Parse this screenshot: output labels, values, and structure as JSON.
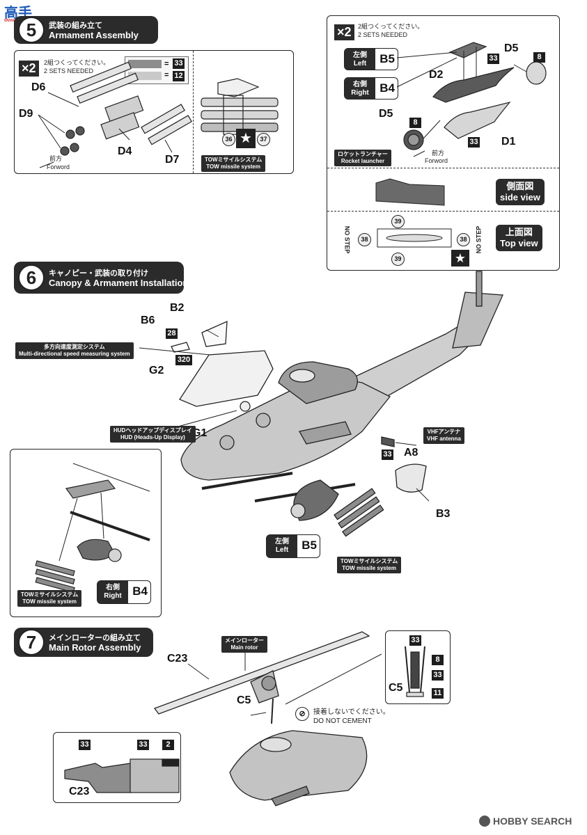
{
  "header": {
    "logo_text": "高手",
    "logo_sub": "www.cn-hobby.com"
  },
  "step5": {
    "number": "5",
    "title_jp": "武装の組み立て",
    "title_en": "Armament Assembly",
    "left_panel": {
      "multiplier": "×2",
      "sets_jp": "2組つくってください。",
      "sets_en": "2 SETS NEEDED",
      "paint_codes": [
        "33",
        "12"
      ],
      "parts": [
        "D6",
        "D9",
        "D4",
        "D7"
      ],
      "forward_jp": "前方",
      "forward_en": "Forword",
      "tow_numbers": [
        "36",
        "37"
      ],
      "tow_caption_jp": "TOWミサイルシステム",
      "tow_caption_en": "TOW missile system"
    },
    "right_panel": {
      "multiplier": "×2",
      "sets_jp": "2組つくってください。",
      "sets_en": "2 SETS NEEDED",
      "left_jp": "左側",
      "left_en": "Left",
      "left_part": "B5",
      "right_jp": "右側",
      "right_en": "Right",
      "right_part": "B4",
      "parts": [
        "D5",
        "D2",
        "D5",
        "D1"
      ],
      "paint_codes": [
        "33",
        "8",
        "8",
        "33"
      ],
      "rocket_jp": "ロケットランチャー",
      "rocket_en": "Rocket launcher",
      "forward_jp": "前方",
      "forward_en": "Forword",
      "side_view_jp": "側面図",
      "side_view_en": "side view",
      "top_view_jp": "上面図",
      "top_view_en": "Top view",
      "decal_numbers": [
        "39",
        "38",
        "38",
        "39"
      ],
      "no_step": "NO STEP"
    }
  },
  "step6": {
    "number": "6",
    "title_jp": "キャノピー・武装の取り付け",
    "title_en": "Canopy & Armament Installation",
    "parts": [
      "B2",
      "B6",
      "G2",
      "G1",
      "A8",
      "B3"
    ],
    "decals": [
      "28",
      "320"
    ],
    "paint_codes": [
      "33"
    ],
    "speed_caption_jp": "多方向速度測定システム",
    "speed_caption_en": "Multi-directional speed measuring system",
    "hud_caption_jp": "HUDヘッドアップディスプレイ",
    "hud_caption_en": "HUD (Heads-Up Display)",
    "vhf_caption_jp": "VHFアンテナ",
    "vhf_caption_en": "VHF antenna",
    "left_jp": "左側",
    "left_en": "Left",
    "left_part": "B5",
    "right_jp": "右側",
    "right_en": "Right",
    "right_part": "B4",
    "tow_caption_jp": "TOWミサイルシステム",
    "tow_caption_en": "TOW missile system"
  },
  "step7": {
    "number": "7",
    "title_jp": "メインローターの組み立て",
    "title_en": "Main Rotor Assembly",
    "main_rotor_jp": "メインローター",
    "main_rotor_en": "Main rotor",
    "parts": [
      "C23",
      "C5",
      "C5",
      "C23"
    ],
    "paint_codes": [
      "33",
      "8",
      "33",
      "11",
      "33",
      "33",
      "2"
    ],
    "cement_jp": "接着しないでください。",
    "cement_en": "DO NOT CEMENT"
  },
  "footer": {
    "watermark": "HOBBY SEARCH"
  }
}
